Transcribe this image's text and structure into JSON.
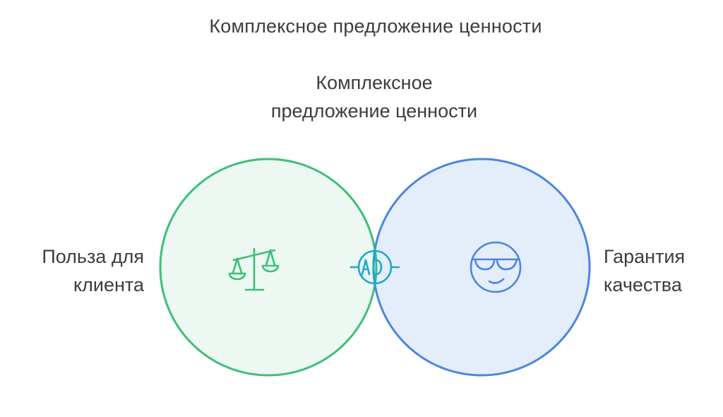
{
  "title": "Комплексное предложение ценности",
  "diagram": {
    "intersection_label_line1": "Комплексное",
    "intersection_label_line2": "предложение ценности",
    "left_circle": {
      "label_line1": "Польза для",
      "label_line2": "клиента",
      "icon": "scales-icon",
      "stroke": "#3dbf78",
      "fill": "#ecf8f1"
    },
    "right_circle": {
      "label_line1": "Гарантия",
      "label_line2": "качества",
      "icon": "sunglasses-face-icon",
      "stroke": "#4a86e0",
      "fill": "#e4edfa"
    },
    "overlap": {
      "icon": "ad-target-icon",
      "stroke": "#21a6cf",
      "fill": "#e3f5fb"
    }
  }
}
